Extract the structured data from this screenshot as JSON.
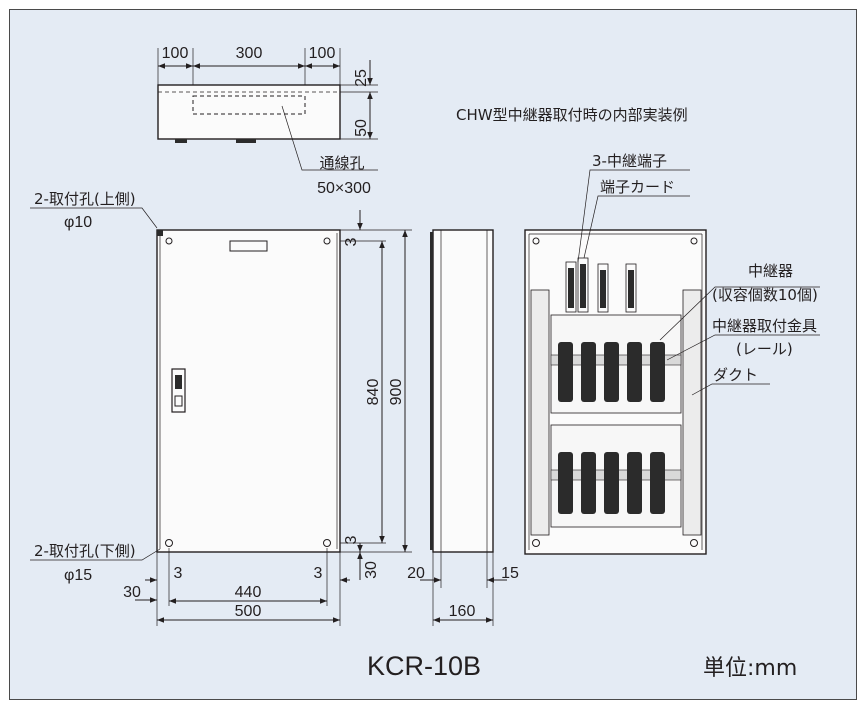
{
  "model": "KCR-10B",
  "unit_label": "単位:mm",
  "section_title": "CHW型中継器取付時の内部実装例",
  "top_view": {
    "dims": [
      "100",
      "300",
      "100",
      "25",
      "50"
    ],
    "hole_label": "通線孔",
    "hole_size": "50×300"
  },
  "front_view": {
    "top_hole_label": "2-取付孔(上側)",
    "top_hole_size": "φ10",
    "bottom_hole_label": "2-取付孔(下側)",
    "bottom_hole_size": "φ15",
    "dims": {
      "top_offset": "3",
      "inner_height": "840",
      "total_height": "900",
      "bottom_offset": "3",
      "bottom_margin": "30",
      "left_margin": "30",
      "left_hole": "3",
      "right_hole": "3",
      "hole_pitch": "440",
      "width": "500"
    }
  },
  "side_view": {
    "dims": [
      "20",
      "15",
      "160"
    ]
  },
  "interior_view": {
    "callouts": [
      "3-中継端子",
      "端子カード",
      "中継器",
      "(収容個数10個)",
      "中継器取付金具",
      "(レール)",
      "ダクト"
    ]
  }
}
